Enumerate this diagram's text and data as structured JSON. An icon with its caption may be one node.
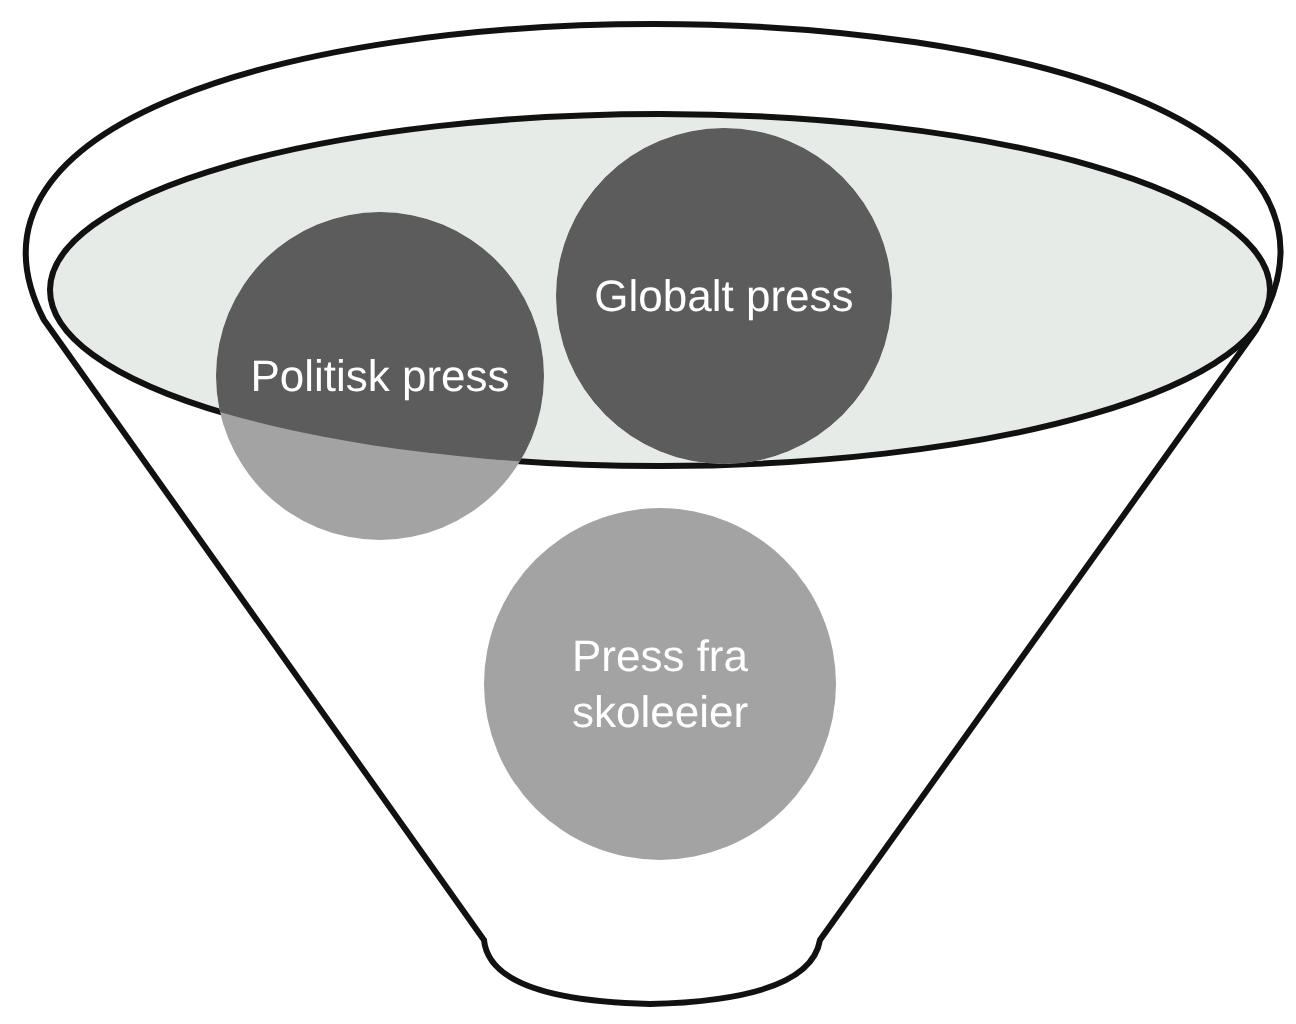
{
  "diagram": {
    "nodes": [
      {
        "text": [
          "Politisk press"
        ]
      },
      {
        "text": [
          "Globalt press"
        ]
      },
      {
        "text": [
          "Press fra skoleeier"
        ]
      }
    ]
  }
}
